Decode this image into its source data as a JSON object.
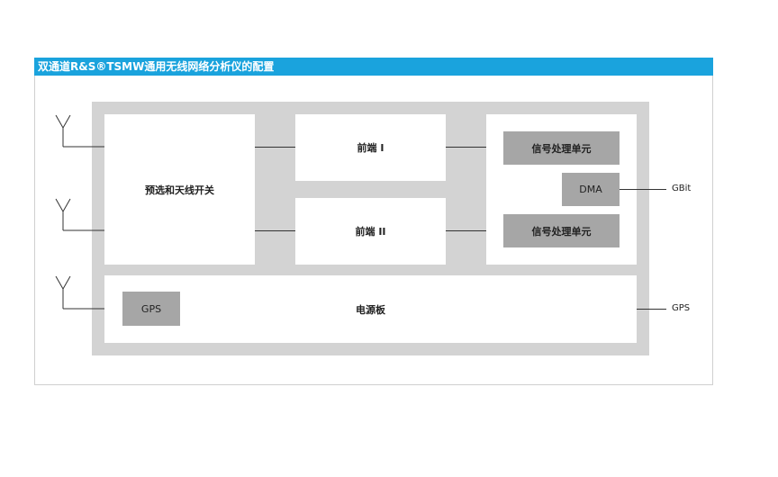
{
  "title": "双通道R&S®TSMW通用无线网络分析仪的配置",
  "blocks": {
    "preselector": "预选和天线开关",
    "frontend1": "前端 I",
    "frontend2": "前端 II",
    "dsp1": "信号处理单元",
    "dsp2": "信号处理单元",
    "dma": "DMA",
    "gps_module": "GPS",
    "power_board": "电源板"
  },
  "outputs": {
    "gbit": "GBit",
    "gps": "GPS"
  }
}
